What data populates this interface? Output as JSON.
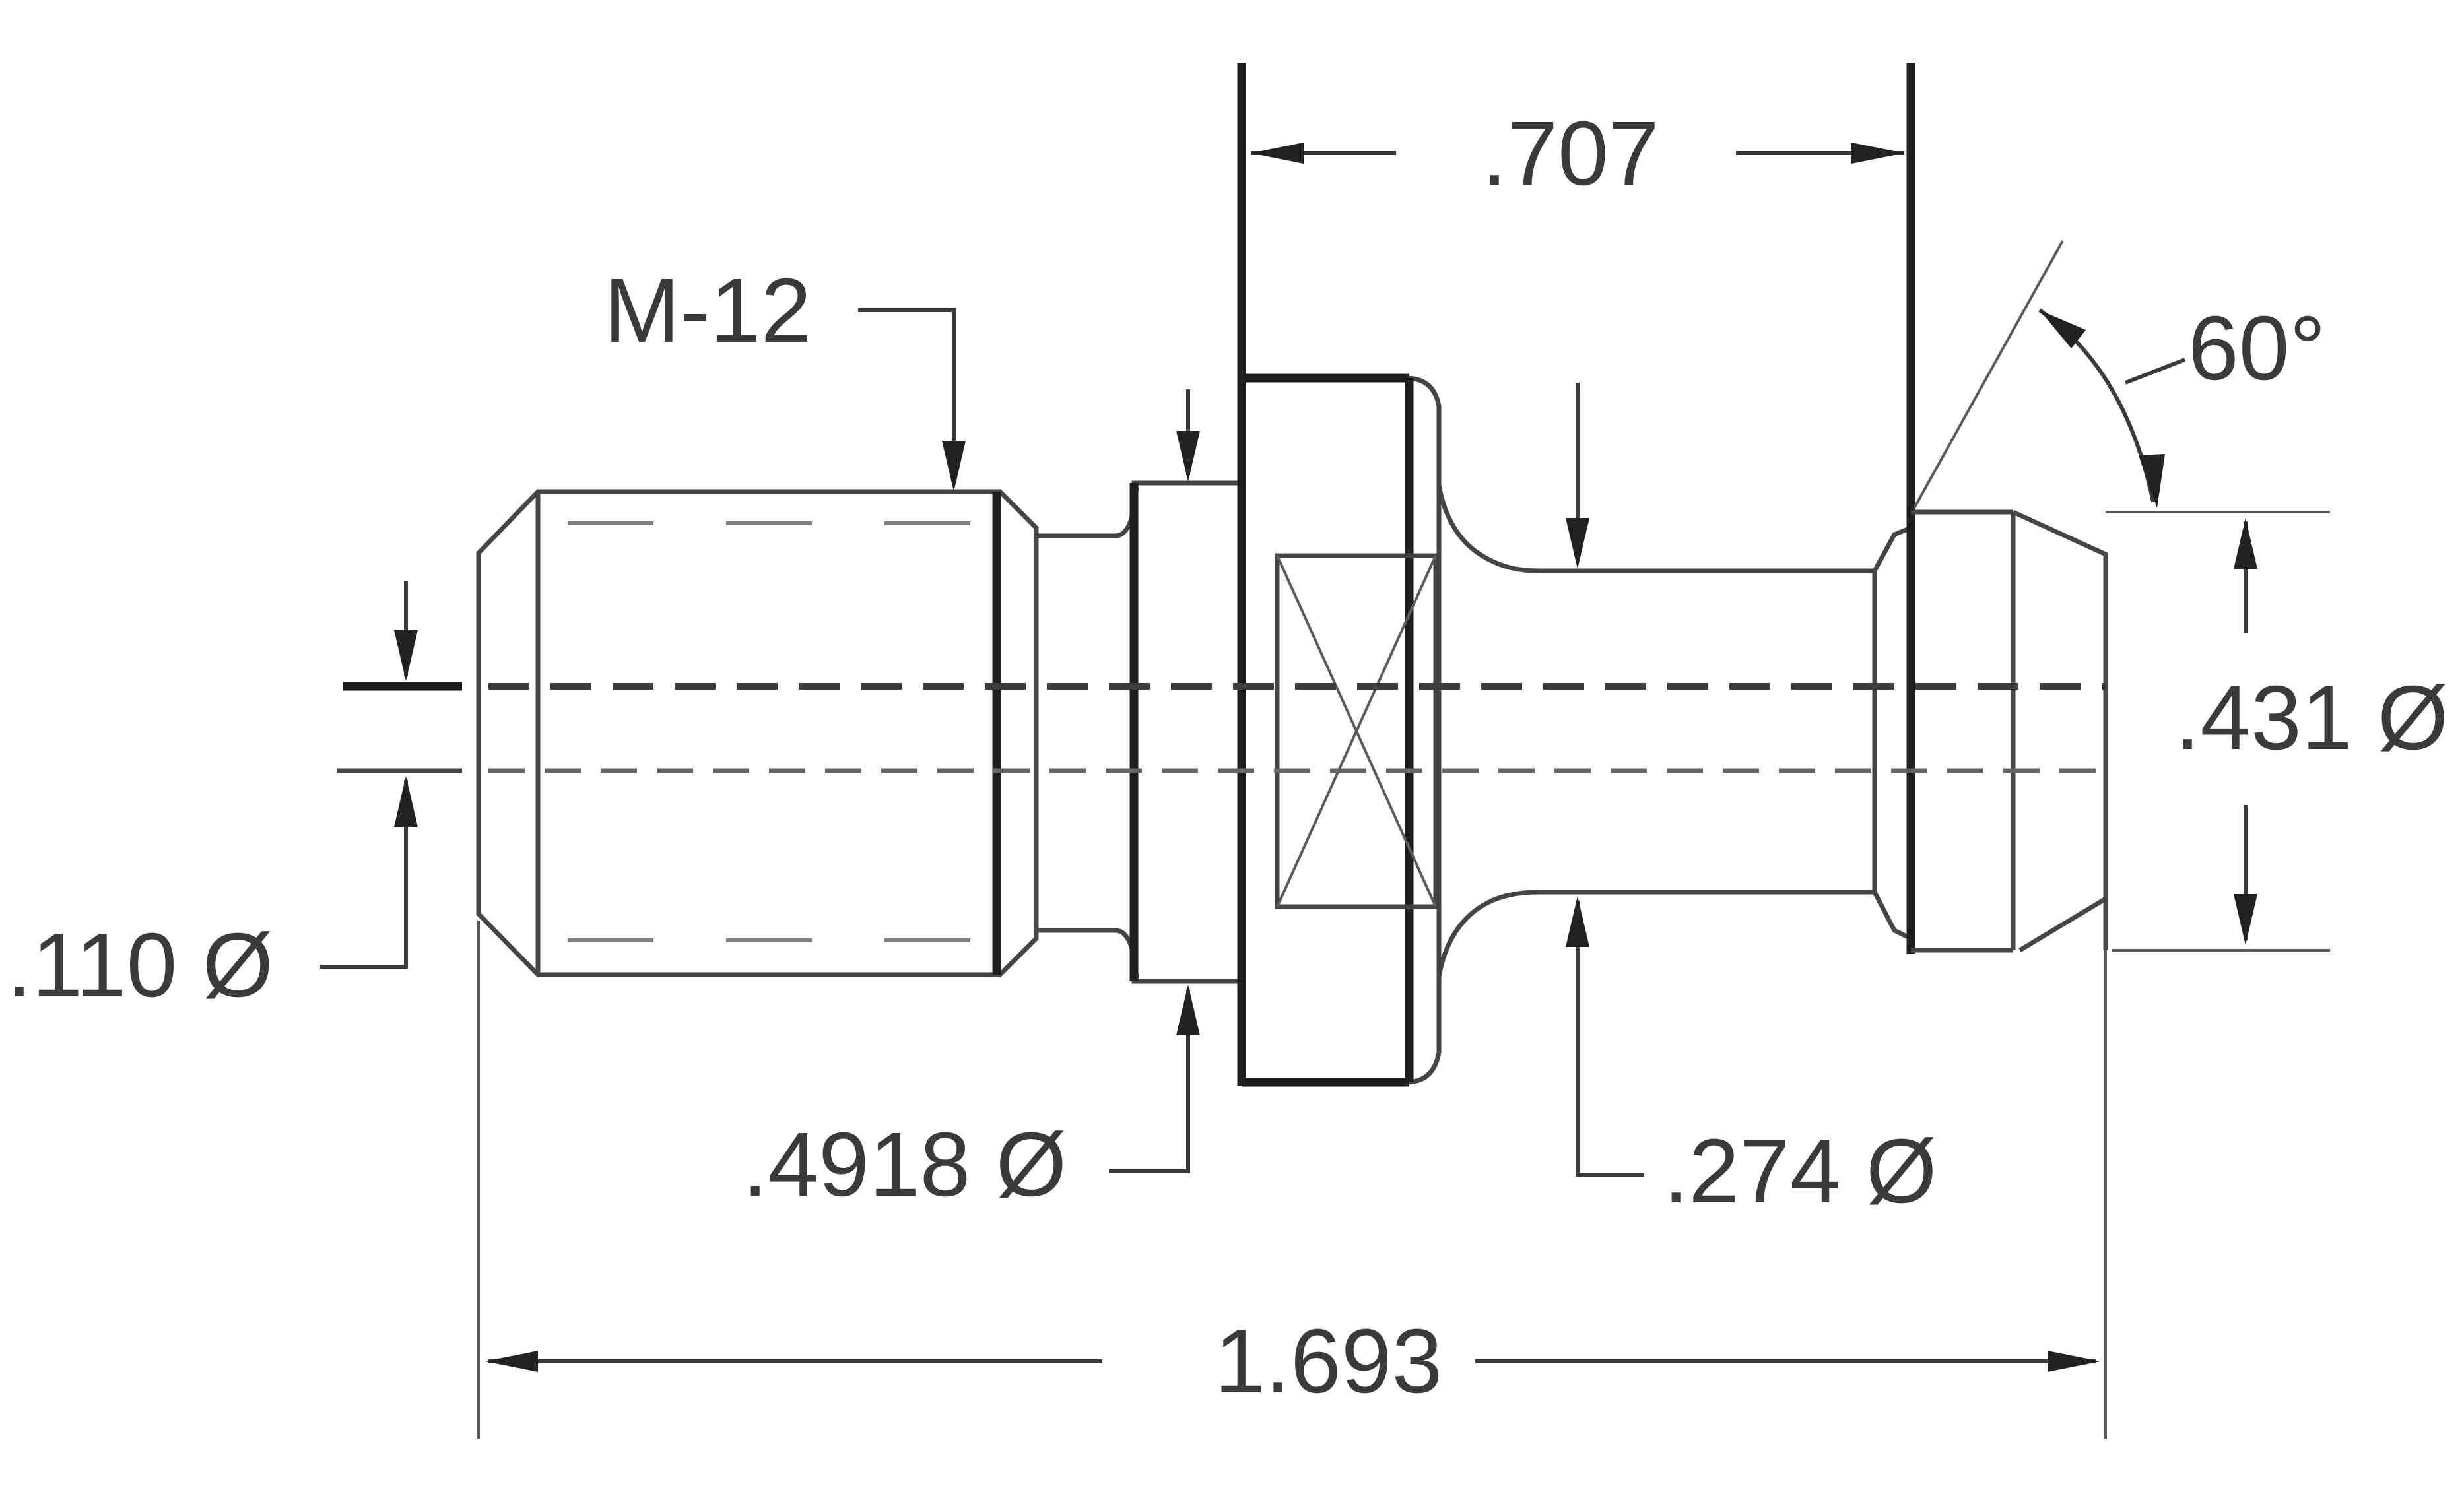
{
  "drawing": {
    "colors": {
      "line": "#454545",
      "heavy": "#1e1e1e",
      "text": "#3a3a3a"
    },
    "dimensions": {
      "thread": "M-12",
      "shoulder_length": ".707",
      "cone_angle": "60°",
      "head_diameter": ".431 Ø",
      "bore_diameter": ".110 Ø",
      "collar_diameter": ".4918 Ø",
      "neck_diameter": ".274 Ø",
      "overall_length": "1.693"
    }
  }
}
